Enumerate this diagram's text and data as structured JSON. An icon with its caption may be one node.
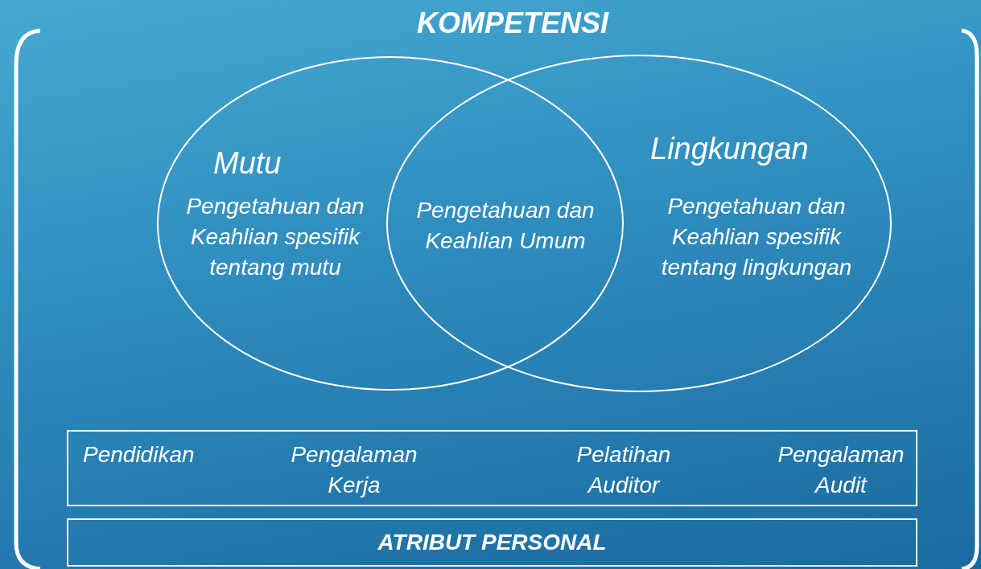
{
  "diagram": {
    "nodes": [
      {
        "text": [
          "KOMPETENSI"
        ]
      },
      {
        "text": [
          "Mutu",
          "Pengetahuan dan Keahlian spesifik tentang mutu"
        ],
        "in": 0
      },
      {
        "text": [
          "Lingkungan",
          "Pengetahuan dan Keahlian spesifik tentang lingkungan"
        ],
        "in": 0
      },
      {
        "text": [
          "Pendidikan",
          "Pengalaman Kerja",
          "Pelatihan Auditor",
          "Pengalaman Audit"
        ],
        "in": 0
      },
      {
        "text": [
          "ATRIBUT PERSONAL"
        ],
        "in": 0
      }
    ],
    "edges": [],
    "labels": [
      "Pengetahuan dan Keahlian Umum"
    ]
  }
}
